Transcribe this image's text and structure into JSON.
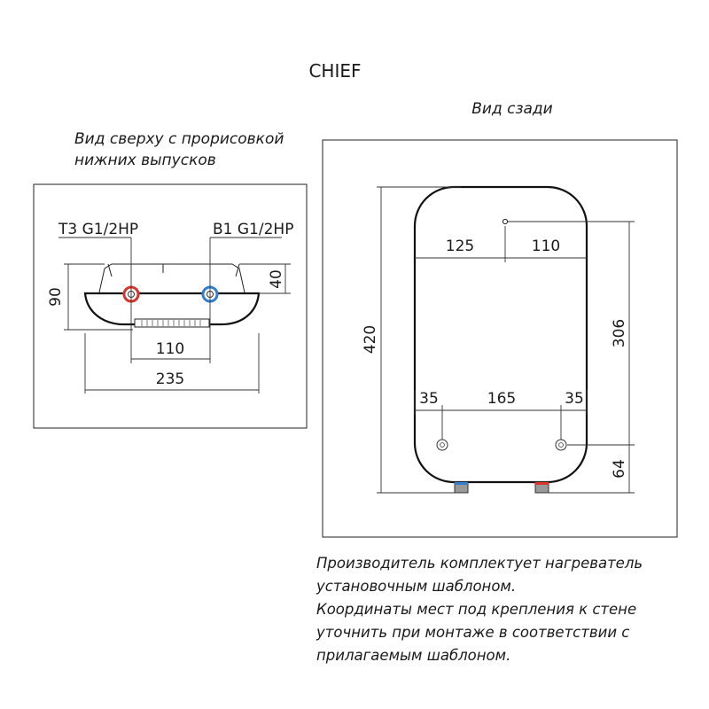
{
  "title": "CHIEF",
  "top_view": {
    "caption_line1": "Вид сверху с прорисовкой",
    "caption_line2": "нижних выпусков",
    "label_left": "T3 G1/2HP",
    "label_right": "B1 G1/2HP",
    "dim_height": "90",
    "dim_depth": "40",
    "dim_pipes": "110",
    "dim_width": "235",
    "colors": {
      "hot": "#d9342b",
      "cold": "#2f7fd0"
    }
  },
  "back_view": {
    "caption": "Вид сзади",
    "dim_left_to_point": "125",
    "dim_point_to_right": "110",
    "dim_height": "420",
    "dim_mount": "306",
    "dim_margin_left": "35",
    "dim_between": "165",
    "dim_margin_right": "35",
    "dim_bottom": "64"
  },
  "note": {
    "lines": [
      "Производитель комплектует нагреватель",
      "установочным шаблоном.",
      "Координаты мест под крепления к стене",
      "уточнить при монтаже в соответствии с",
      "прилагаемым шаблоном."
    ]
  }
}
